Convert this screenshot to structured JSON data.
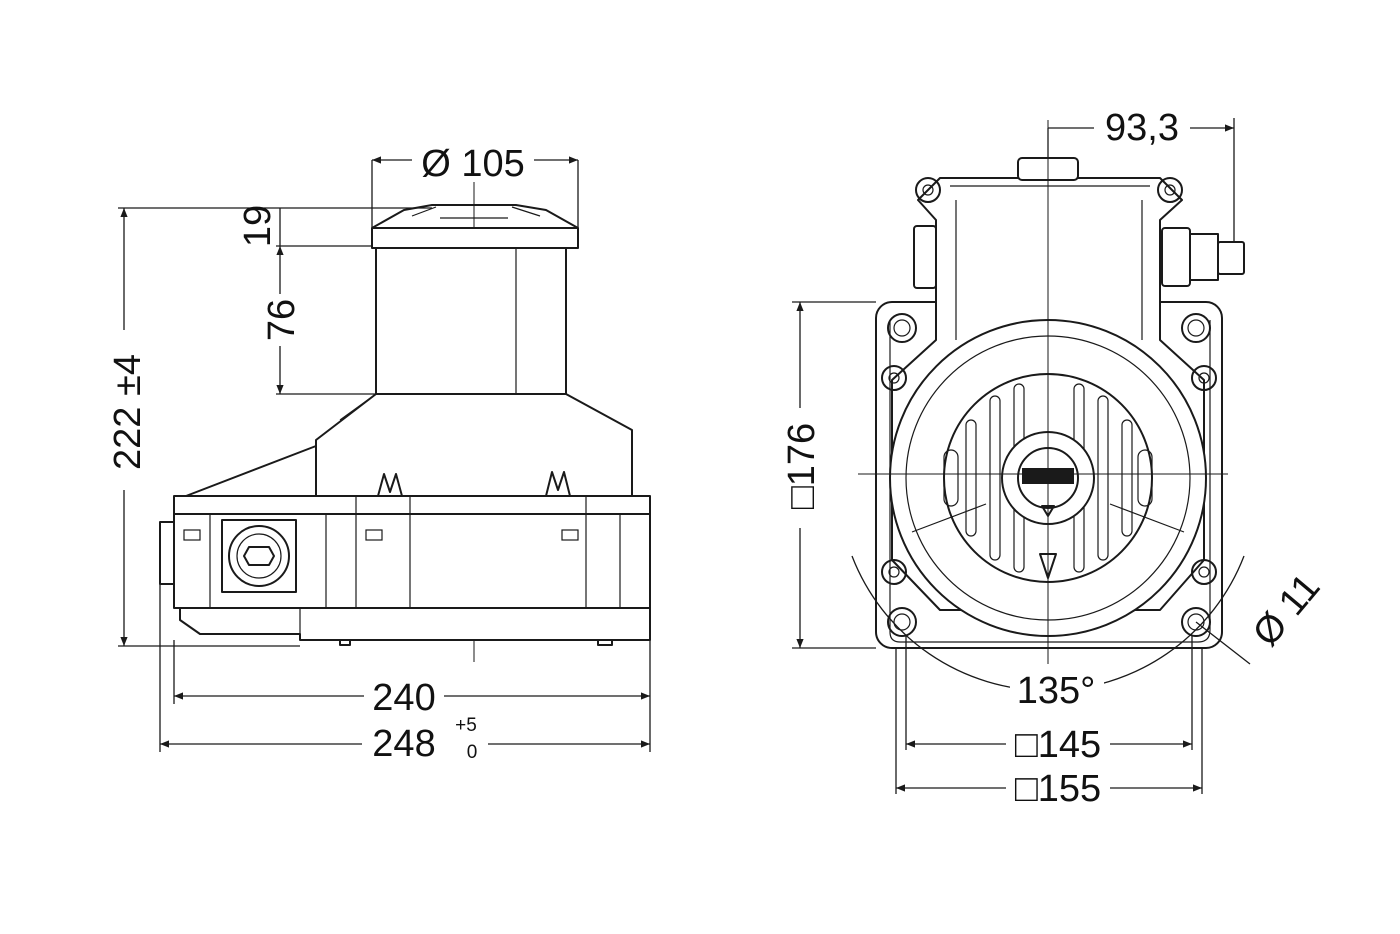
{
  "drawing": {
    "side_view": {
      "dims": {
        "cap_diameter": "Ø 105",
        "cap_height": "19",
        "drum_height": "76",
        "total_height": "222 ±4",
        "base_length": "240",
        "overall_length": "248",
        "overall_tol_upper": "+5",
        "overall_tol_lower": "0"
      }
    },
    "top_view": {
      "dims": {
        "offset": "93,3",
        "square_height": "□176",
        "hole_angle": "135°",
        "hole_diameter": "Ø 11",
        "square_145": "□145",
        "square_155": "□155"
      }
    }
  }
}
